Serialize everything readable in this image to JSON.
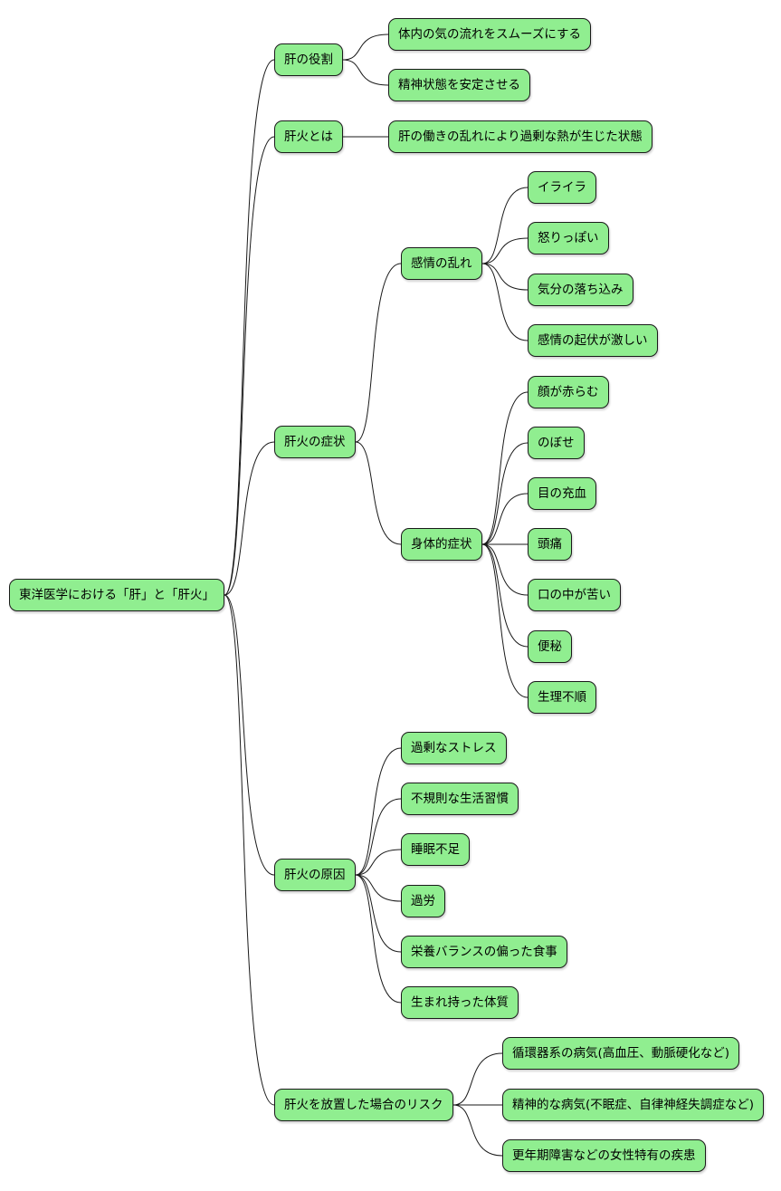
{
  "diagram": {
    "type": "mindmap",
    "root": {
      "id": "root",
      "label": "東洋医学における「肝」と「肝火」",
      "children": [
        {
          "id": "role",
          "label": "肝の役割",
          "children": [
            {
              "id": "role-1",
              "label": "体内の気の流れをスムーズにする"
            },
            {
              "id": "role-2",
              "label": "精神状態を安定させる"
            }
          ]
        },
        {
          "id": "define",
          "label": "肝火とは",
          "children": [
            {
              "id": "define-1",
              "label": "肝の働きの乱れにより過剰な熱が生じた状態"
            }
          ]
        },
        {
          "id": "symptoms",
          "label": "肝火の症状",
          "children": [
            {
              "id": "emotion",
              "label": "感情の乱れ",
              "children": [
                {
                  "id": "emotion-1",
                  "label": "イライラ"
                },
                {
                  "id": "emotion-2",
                  "label": "怒りっぽい"
                },
                {
                  "id": "emotion-3",
                  "label": "気分の落ち込み"
                },
                {
                  "id": "emotion-4",
                  "label": "感情の起伏が激しい"
                }
              ]
            },
            {
              "id": "physical",
              "label": "身体的症状",
              "children": [
                {
                  "id": "physical-1",
                  "label": "顔が赤らむ"
                },
                {
                  "id": "physical-2",
                  "label": "のぼせ"
                },
                {
                  "id": "physical-3",
                  "label": "目の充血"
                },
                {
                  "id": "physical-4",
                  "label": "頭痛"
                },
                {
                  "id": "physical-5",
                  "label": "口の中が苦い"
                },
                {
                  "id": "physical-6",
                  "label": "便秘"
                },
                {
                  "id": "physical-7",
                  "label": "生理不順"
                }
              ]
            }
          ]
        },
        {
          "id": "causes",
          "label": "肝火の原因",
          "children": [
            {
              "id": "causes-1",
              "label": "過剰なストレス"
            },
            {
              "id": "causes-2",
              "label": "不規則な生活習慣"
            },
            {
              "id": "causes-3",
              "label": "睡眠不足"
            },
            {
              "id": "causes-4",
              "label": "過労"
            },
            {
              "id": "causes-5",
              "label": "栄養バランスの偏った食事"
            },
            {
              "id": "causes-6",
              "label": "生まれ持った体質"
            }
          ]
        },
        {
          "id": "risks",
          "label": "肝火を放置した場合のリスク",
          "children": [
            {
              "id": "risks-1",
              "label": "循環器系の病気(高血圧、動脈硬化など)"
            },
            {
              "id": "risks-2",
              "label": "精神的な病気(不眠症、自律神経失調症など)"
            },
            {
              "id": "risks-3",
              "label": "更年期障害などの女性特有の疾患"
            }
          ]
        }
      ]
    }
  },
  "colors": {
    "node_fill": "#90ee90",
    "node_border": "#1a1a1a",
    "edge": "#1a1a1a",
    "background": "#ffffff"
  }
}
